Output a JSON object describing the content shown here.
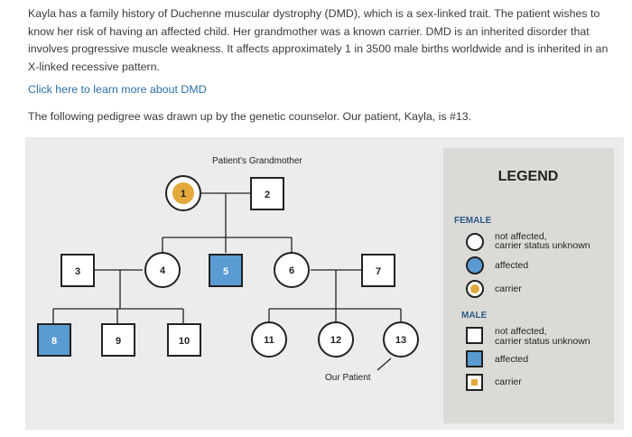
{
  "intro": {
    "paragraph": "Kayla has a family history of Duchenne muscular dystrophy (DMD), which is a sex-linked trait. The patient wishes to know her risk of having an affected child. Her grandmother was a known carrier. DMD is an inherited disorder that involves progressive muscle weakness. It affects approximately 1 in 3500 male births worldwide and is inherited in an X-linked recessive pattern."
  },
  "link_text": "Click here to learn more about DMD",
  "caption": "The following pedigree was drawn up by the genetic counselor. Our patient, Kayla, is #13.",
  "pedigree": {
    "grandmother_label": "Patient's Grandmother",
    "patient_label": "Our Patient",
    "individuals": {
      "n1": "1",
      "n2": "2",
      "n3": "3",
      "n4": "4",
      "n5": "5",
      "n6": "6",
      "n7": "7",
      "n8": "8",
      "n9": "9",
      "n10": "10",
      "n11": "11",
      "n12": "12",
      "n13": "13"
    }
  },
  "legend": {
    "title": "LEGEND",
    "female_heading": "FEMALE",
    "male_heading": "MALE",
    "female_items": {
      "unaffected_line1": "not affected,",
      "unaffected_line2": "carrier status unknown",
      "affected": "affected",
      "carrier": "carrier"
    },
    "male_items": {
      "unaffected_line1": "not affected,",
      "unaffected_line2": "carrier status unknown",
      "affected": "affected",
      "carrier": "carrier"
    }
  },
  "colors": {
    "affected": "#5a9bd3",
    "carrier": "#e3a93b",
    "panel": "#ececec",
    "legend_box": "#dcdad6",
    "heading_blue": "#2a5b8c",
    "link": "#2b6ea6"
  }
}
